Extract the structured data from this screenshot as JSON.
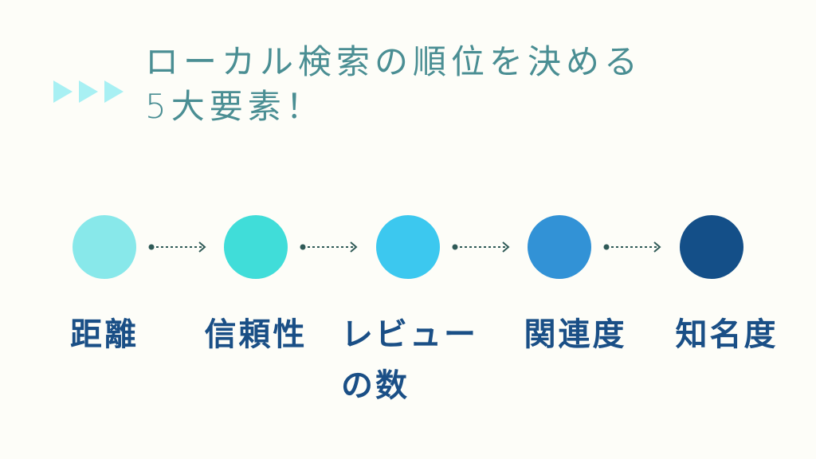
{
  "title": {
    "line1": "ローカル検索の順位を決める",
    "line2": "5大要素！"
  },
  "colors": {
    "background": "#fdfdf8",
    "title_text": "#4a8e93",
    "triangle": "#a8f0f3",
    "arrow": "#2f5a57",
    "label_text": "#1a4f86"
  },
  "factors": [
    {
      "label": "距離",
      "color": "#88e8ea"
    },
    {
      "label": "信頼性",
      "color": "#40ddd9"
    },
    {
      "label_line1": "レビュー",
      "label_line2": "の数",
      "color": "#3cc8ef"
    },
    {
      "label": "関連度",
      "color": "#3292d6"
    },
    {
      "label": "知名度",
      "color": "#144f88"
    }
  ]
}
